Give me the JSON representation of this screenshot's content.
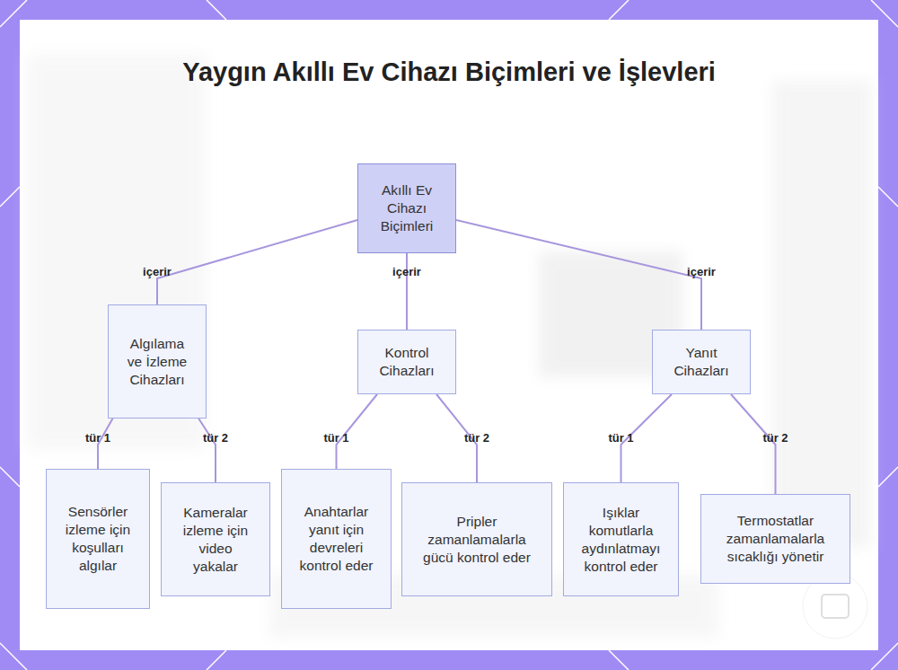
{
  "diagram": {
    "title": "Yaygın Akıllı Ev Cihazı Biçimleri ve İşlevleri",
    "nodes": [
      {
        "text": [
          "Akıllı Ev Cihazı Biçimleri"
        ]
      },
      {
        "text": [
          "Algılama ve İzleme Cihazları"
        ]
      },
      {
        "text": [
          "Kontrol Cihazları"
        ]
      },
      {
        "text": [
          "Yanıt Cihazları"
        ]
      },
      {
        "text": [
          "Sensörler izleme için koşulları algılar"
        ]
      },
      {
        "text": [
          "Kameralar izleme için video yakalar"
        ]
      },
      {
        "text": [
          "Anahtarlar yanıt için devreleri kontrol eder"
        ]
      },
      {
        "text": [
          "Pripler zamanlamalarla gücü kontrol eder"
        ]
      },
      {
        "text": [
          "Işıklar komutlarla aydınlatmayı kontrol eder"
        ]
      },
      {
        "text": [
          "Termostatlar zamanlamalarla sıcaklığı yönetir"
        ]
      }
    ],
    "edges": [
      {
        "from": 0,
        "to": 1,
        "label": "içerir",
        "arrow": "none"
      },
      {
        "from": 0,
        "to": 2,
        "label": "içerir",
        "arrow": "none"
      },
      {
        "from": 0,
        "to": 3,
        "label": "içerir",
        "arrow": "none"
      },
      {
        "from": 1,
        "to": 4,
        "label": "tür 1",
        "arrow": "none"
      },
      {
        "from": 1,
        "to": 5,
        "label": "tür 2",
        "arrow": "none"
      },
      {
        "from": 2,
        "to": 6,
        "label": "tür 1",
        "arrow": "none"
      },
      {
        "from": 2,
        "to": 7,
        "label": "tür 2",
        "arrow": "none"
      },
      {
        "from": 3,
        "to": 8,
        "label": "tür 1",
        "arrow": "none"
      },
      {
        "from": 3,
        "to": 9,
        "label": "tür 2",
        "arrow": "none"
      }
    ]
  }
}
